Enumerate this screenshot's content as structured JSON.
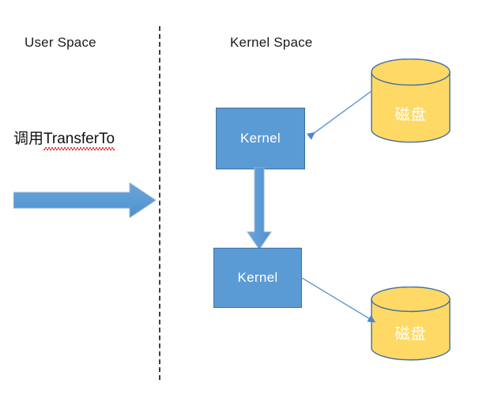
{
  "diagram": {
    "title_labels": {
      "user_space": "User Space",
      "kernel_space": "Kernel Space"
    },
    "syscall": {
      "prefix_cjk": "调用",
      "api_name": "TransferTo",
      "spellcheck_underline_color": "#e8413a"
    },
    "kernel_blocks": [
      {
        "label": "Kernel",
        "position": "top"
      },
      {
        "label": "Kernel",
        "position": "bottom"
      }
    ],
    "disks": [
      {
        "label": "磁盘",
        "position": "top"
      },
      {
        "label": "磁盘",
        "position": "bottom"
      }
    ],
    "colors": {
      "block_fill": "#5b9bd5",
      "block_border": "#41719c",
      "disk_fill": "#ffd966",
      "disk_border": "#41719c",
      "divider": "#3f3f3f",
      "text_dark": "#1a1a1a",
      "text_light": "#ffffff"
    },
    "arrows": {
      "user_call_arrow": "right-block-arrow",
      "kernel_transfer_arrow": "down-block-arrow",
      "disk_read_connector": "disk-to-kernel-arrow",
      "disk_write_connector": "kernel-to-disk-arrow"
    }
  }
}
